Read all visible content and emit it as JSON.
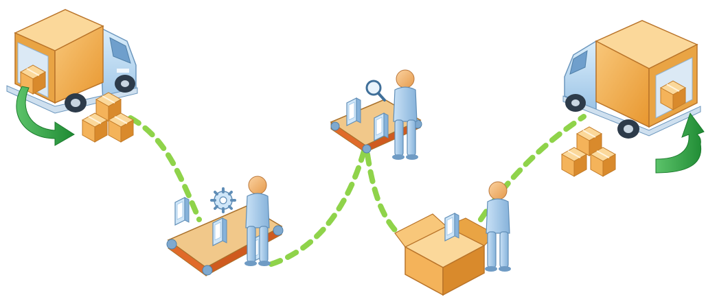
{
  "colors": {
    "background": "#ffffff",
    "path": "#8fd34a",
    "box_face": "#f4b35a",
    "box_top": "#fbd89a",
    "box_side": "#d98a2c",
    "truck_cab": "#b9d9f2",
    "truck_trim": "#7aa8cc",
    "person": "#a9cdec",
    "person_shade": "#7fa9cf",
    "skin": "#f2b170",
    "conveyor_belt": "#e06a2a",
    "conveyor_frame": "#f1c88a",
    "arrow_green": "#2e9e3e"
  },
  "stages": [
    {
      "id": "inbound-truck",
      "icon": "delivery-truck-icon"
    },
    {
      "id": "assembly",
      "icon": "worker-gear-conveyor-icon"
    },
    {
      "id": "inspection",
      "icon": "worker-magnifier-conveyor-icon"
    },
    {
      "id": "packing",
      "icon": "worker-packing-box-icon"
    },
    {
      "id": "outbound-truck",
      "icon": "delivery-truck-icon"
    }
  ]
}
